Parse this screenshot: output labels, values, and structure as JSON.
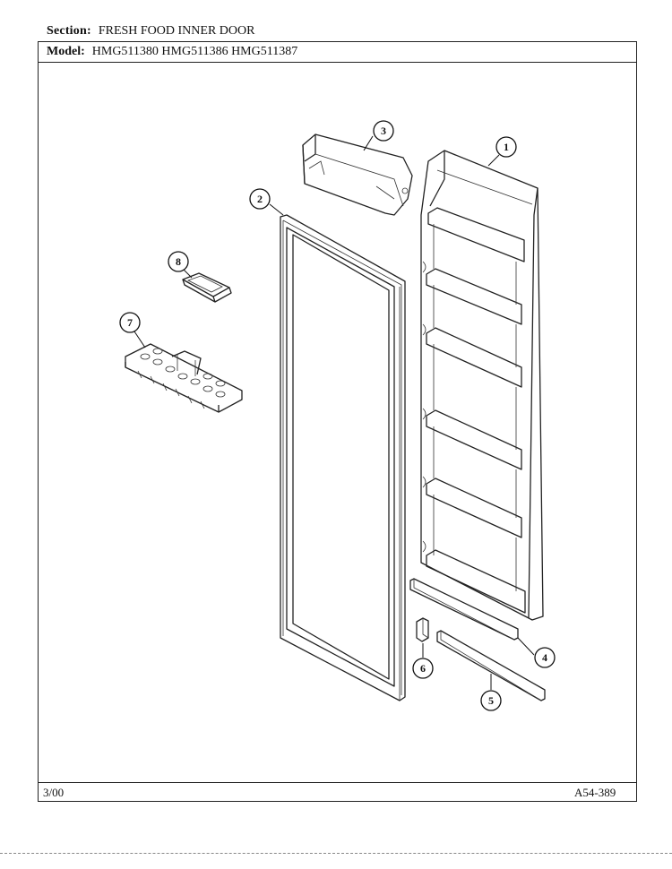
{
  "header": {
    "section_label": "Section:",
    "section_value": "FRESH FOOD INNER DOOR",
    "model_label": "Model:",
    "model_value": "HMG511380  HMG511386  HMG511387"
  },
  "footer": {
    "date": "3/00",
    "diagram_code": "A54-389"
  },
  "callouts": [
    "1",
    "2",
    "3",
    "4",
    "5",
    "6",
    "7",
    "8"
  ]
}
